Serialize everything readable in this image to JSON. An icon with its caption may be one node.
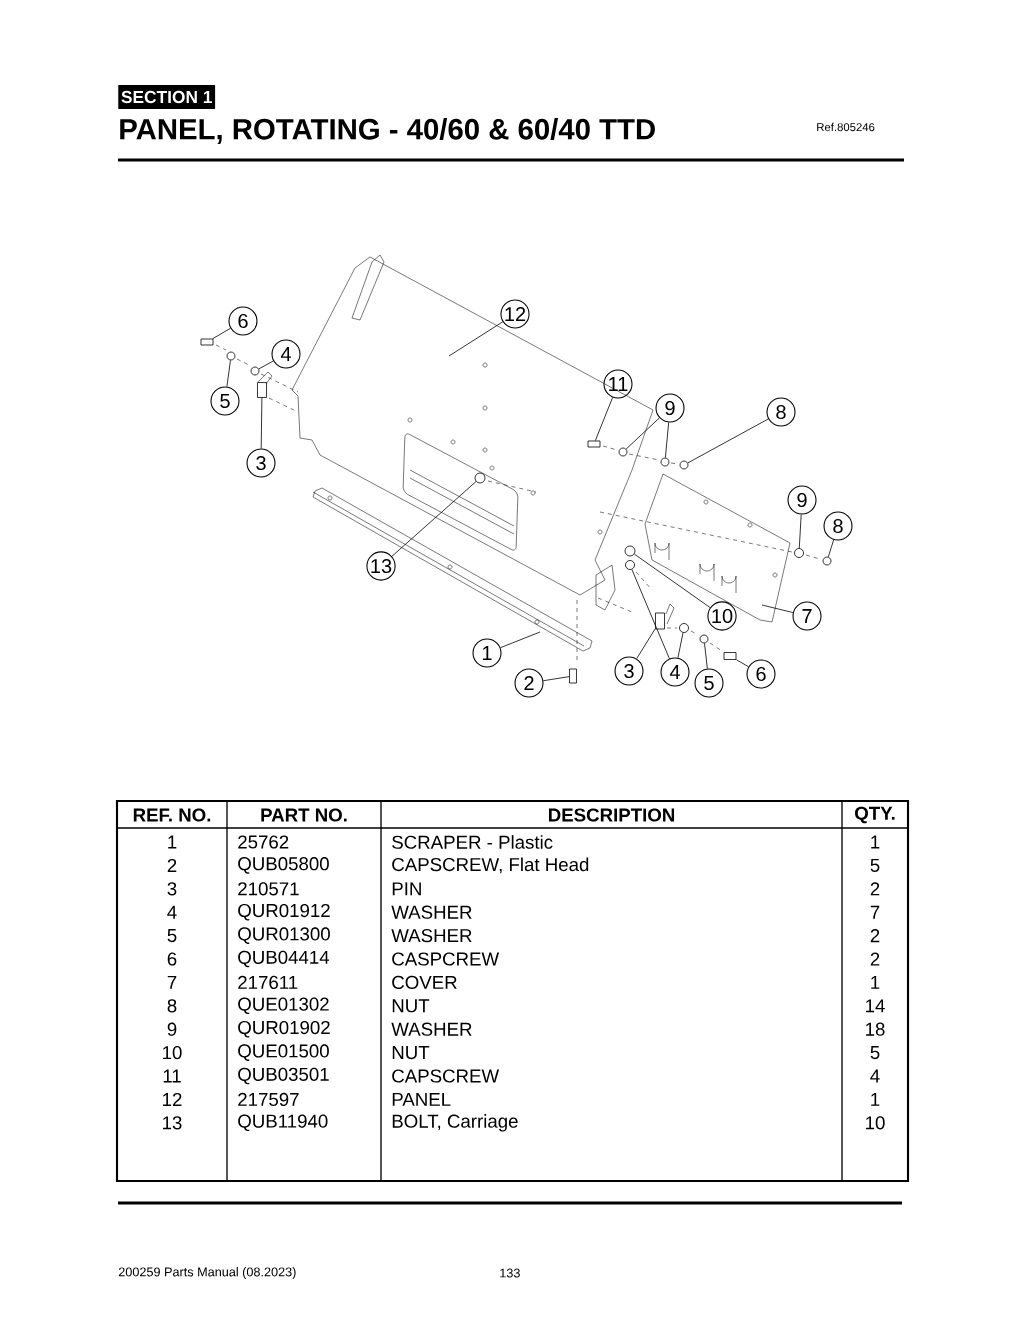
{
  "diagram": {
    "title": "PANEL, ROTATING - 40/60 & 60/40 TTD",
    "nodes": [
      {
        "text": [
          "12"
        ]
      },
      {
        "text": [
          "6"
        ]
      },
      {
        "text": [
          "4"
        ]
      },
      {
        "text": [
          "11"
        ]
      },
      {
        "text": [
          "5"
        ]
      },
      {
        "text": [
          "9"
        ]
      },
      {
        "text": [
          "8"
        ]
      },
      {
        "text": [
          "3"
        ]
      },
      {
        "text": [
          "9"
        ]
      },
      {
        "text": [
          "8"
        ]
      },
      {
        "text": [
          "13"
        ]
      },
      {
        "text": [
          "10"
        ]
      },
      {
        "text": [
          "7"
        ]
      },
      {
        "text": [
          "1"
        ]
      },
      {
        "text": [
          "3"
        ]
      },
      {
        "text": [
          "4"
        ]
      },
      {
        "text": [
          "6"
        ]
      },
      {
        "text": [
          "2"
        ]
      },
      {
        "text": [
          "5"
        ]
      },
      {
        "text": [],
        "shape": "box"
      },
      {
        "text": [],
        "shape": "circle"
      },
      {
        "text": [],
        "shape": "box"
      },
      {
        "text": [],
        "shape": "circle"
      },
      {
        "text": [],
        "shape": "circle"
      },
      {
        "text": [],
        "shape": "circle"
      },
      {
        "text": [],
        "shape": "circle"
      },
      {
        "text": [],
        "shape": "box"
      },
      {
        "text": [],
        "shape": "circle"
      },
      {
        "text": [],
        "shape": "circle"
      },
      {
        "text": [],
        "shape": "circle"
      },
      {
        "text": [],
        "shape": "circle"
      },
      {
        "text": [],
        "shape": "box"
      },
      {
        "text": [],
        "shape": "circle"
      },
      {
        "text": [],
        "shape": "circle"
      },
      {
        "text": [],
        "shape": "box"
      },
      {
        "text": [],
        "shape": "box"
      },
      {
        "text": [],
        "shape": "circle"
      }
    ],
    "edges": [
      {
        "from": 0,
        "to": null,
        "arrow": "none"
      },
      {
        "from": 1,
        "to": 19,
        "arrow": "none"
      },
      {
        "from": 2,
        "to": 20,
        "arrow": "none"
      },
      {
        "from": 3,
        "to": 21,
        "arrow": "none"
      },
      {
        "from": 4,
        "to": 22,
        "arrow": "none"
      },
      {
        "from": 5,
        "to": 23,
        "arrow": "none"
      },
      {
        "from": 5,
        "to": 24,
        "arrow": "none"
      },
      {
        "from": 6,
        "to": 25,
        "arrow": "none"
      },
      {
        "from": 7,
        "to": 26,
        "arrow": "none"
      },
      {
        "from": 8,
        "to": 27,
        "arrow": "none"
      },
      {
        "from": 9,
        "to": 28,
        "arrow": "none"
      },
      {
        "from": 10,
        "to": 29,
        "arrow": "none"
      },
      {
        "from": 11,
        "to": 30,
        "arrow": "none"
      },
      {
        "from": 12,
        "to": null,
        "arrow": "none"
      },
      {
        "from": 13,
        "to": null,
        "arrow": "none"
      },
      {
        "from": 14,
        "to": 31,
        "arrow": "none"
      },
      {
        "from": 15,
        "to": 32,
        "arrow": "none"
      },
      {
        "from": 15,
        "to": 33,
        "arrow": "none"
      },
      {
        "from": 16,
        "to": 34,
        "arrow": "none"
      },
      {
        "from": 17,
        "to": 35,
        "arrow": "none"
      },
      {
        "from": 18,
        "to": 36,
        "arrow": "none"
      }
    ],
    "labels": [
      "SECTION 1",
      "Ref.805246",
      "REF. NO.",
      "PART NO.",
      "DESCRIPTION",
      "QTY.",
      "1",
      "25762",
      "SCRAPER - Plastic",
      "1",
      "2",
      "QUB05800",
      "CAPSCREW, Flat Head",
      "5",
      "3",
      "210571",
      "PIN",
      "2",
      "4",
      "QUR01912",
      "WASHER",
      "7",
      "5",
      "QUR01300",
      "WASHER",
      "2",
      "6",
      "QUB04414",
      "CASPCREW",
      "2",
      "7",
      "217611",
      "COVER",
      "1",
      "8",
      "QUE01302",
      "NUT",
      "14",
      "9",
      "QUR01902",
      "WASHER",
      "18",
      "10",
      "QUE01500",
      "NUT",
      "5",
      "11",
      "QUB03501",
      "CAPSCREW",
      "4",
      "12",
      "217597",
      "PANEL",
      "1",
      "13",
      "QUB11940",
      "BOLT, Carriage",
      "10",
      "200259 Parts Manual (08.2023)",
      "133"
    ]
  }
}
